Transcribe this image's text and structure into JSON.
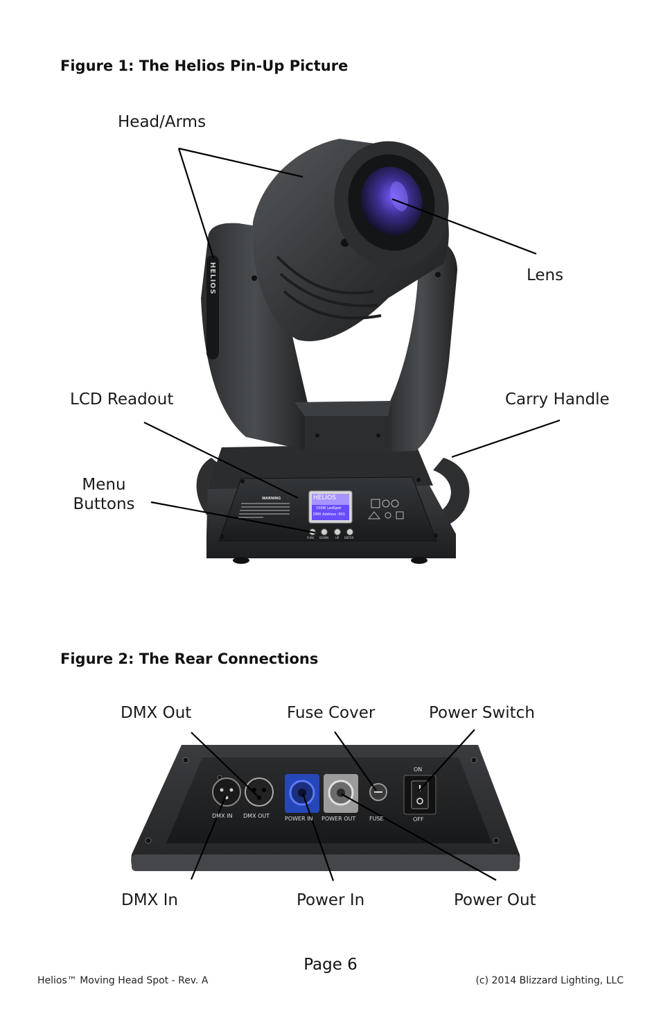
{
  "figure1": {
    "title": "Figure 1:  The Helios Pin-Up Picture",
    "labels": {
      "head_arms": "Head/Arms",
      "lens": "Lens",
      "lcd_readout": "LCD Readout",
      "carry_handle": "Carry Handle",
      "menu_buttons_line1": "Menu",
      "menu_buttons_line2": "Buttons"
    },
    "device": {
      "brand_vertical": "HELIOS",
      "lcd_brand": "HELIOS",
      "lcd_line1": "150W LedSpot",
      "lcd_line2": "DMX Address  -001",
      "warning_title": "WARNING",
      "buttons": [
        "FUNC",
        "DOWN",
        "UP",
        "ENTER"
      ]
    }
  },
  "figure2": {
    "title": "Figure 2: The Rear Connections",
    "labels": {
      "dmx_out": "DMX Out",
      "fuse_cover": "Fuse Cover",
      "power_switch": "Power Switch",
      "dmx_in": "DMX In",
      "power_in": "Power In",
      "power_out": "Power Out"
    },
    "panel": {
      "dmx_in": "DMX IN",
      "dmx_out": "DMX OUT",
      "power_in": "POWER IN",
      "power_out": "POWER OUT",
      "fuse": "FUSE",
      "on": "ON",
      "off": "OFF"
    }
  },
  "footer": {
    "page": "Page 6",
    "left": "Helios™ Moving Head Spot - Rev. A",
    "right": "(c) 2014 Blizzard Lighting, LLC"
  }
}
